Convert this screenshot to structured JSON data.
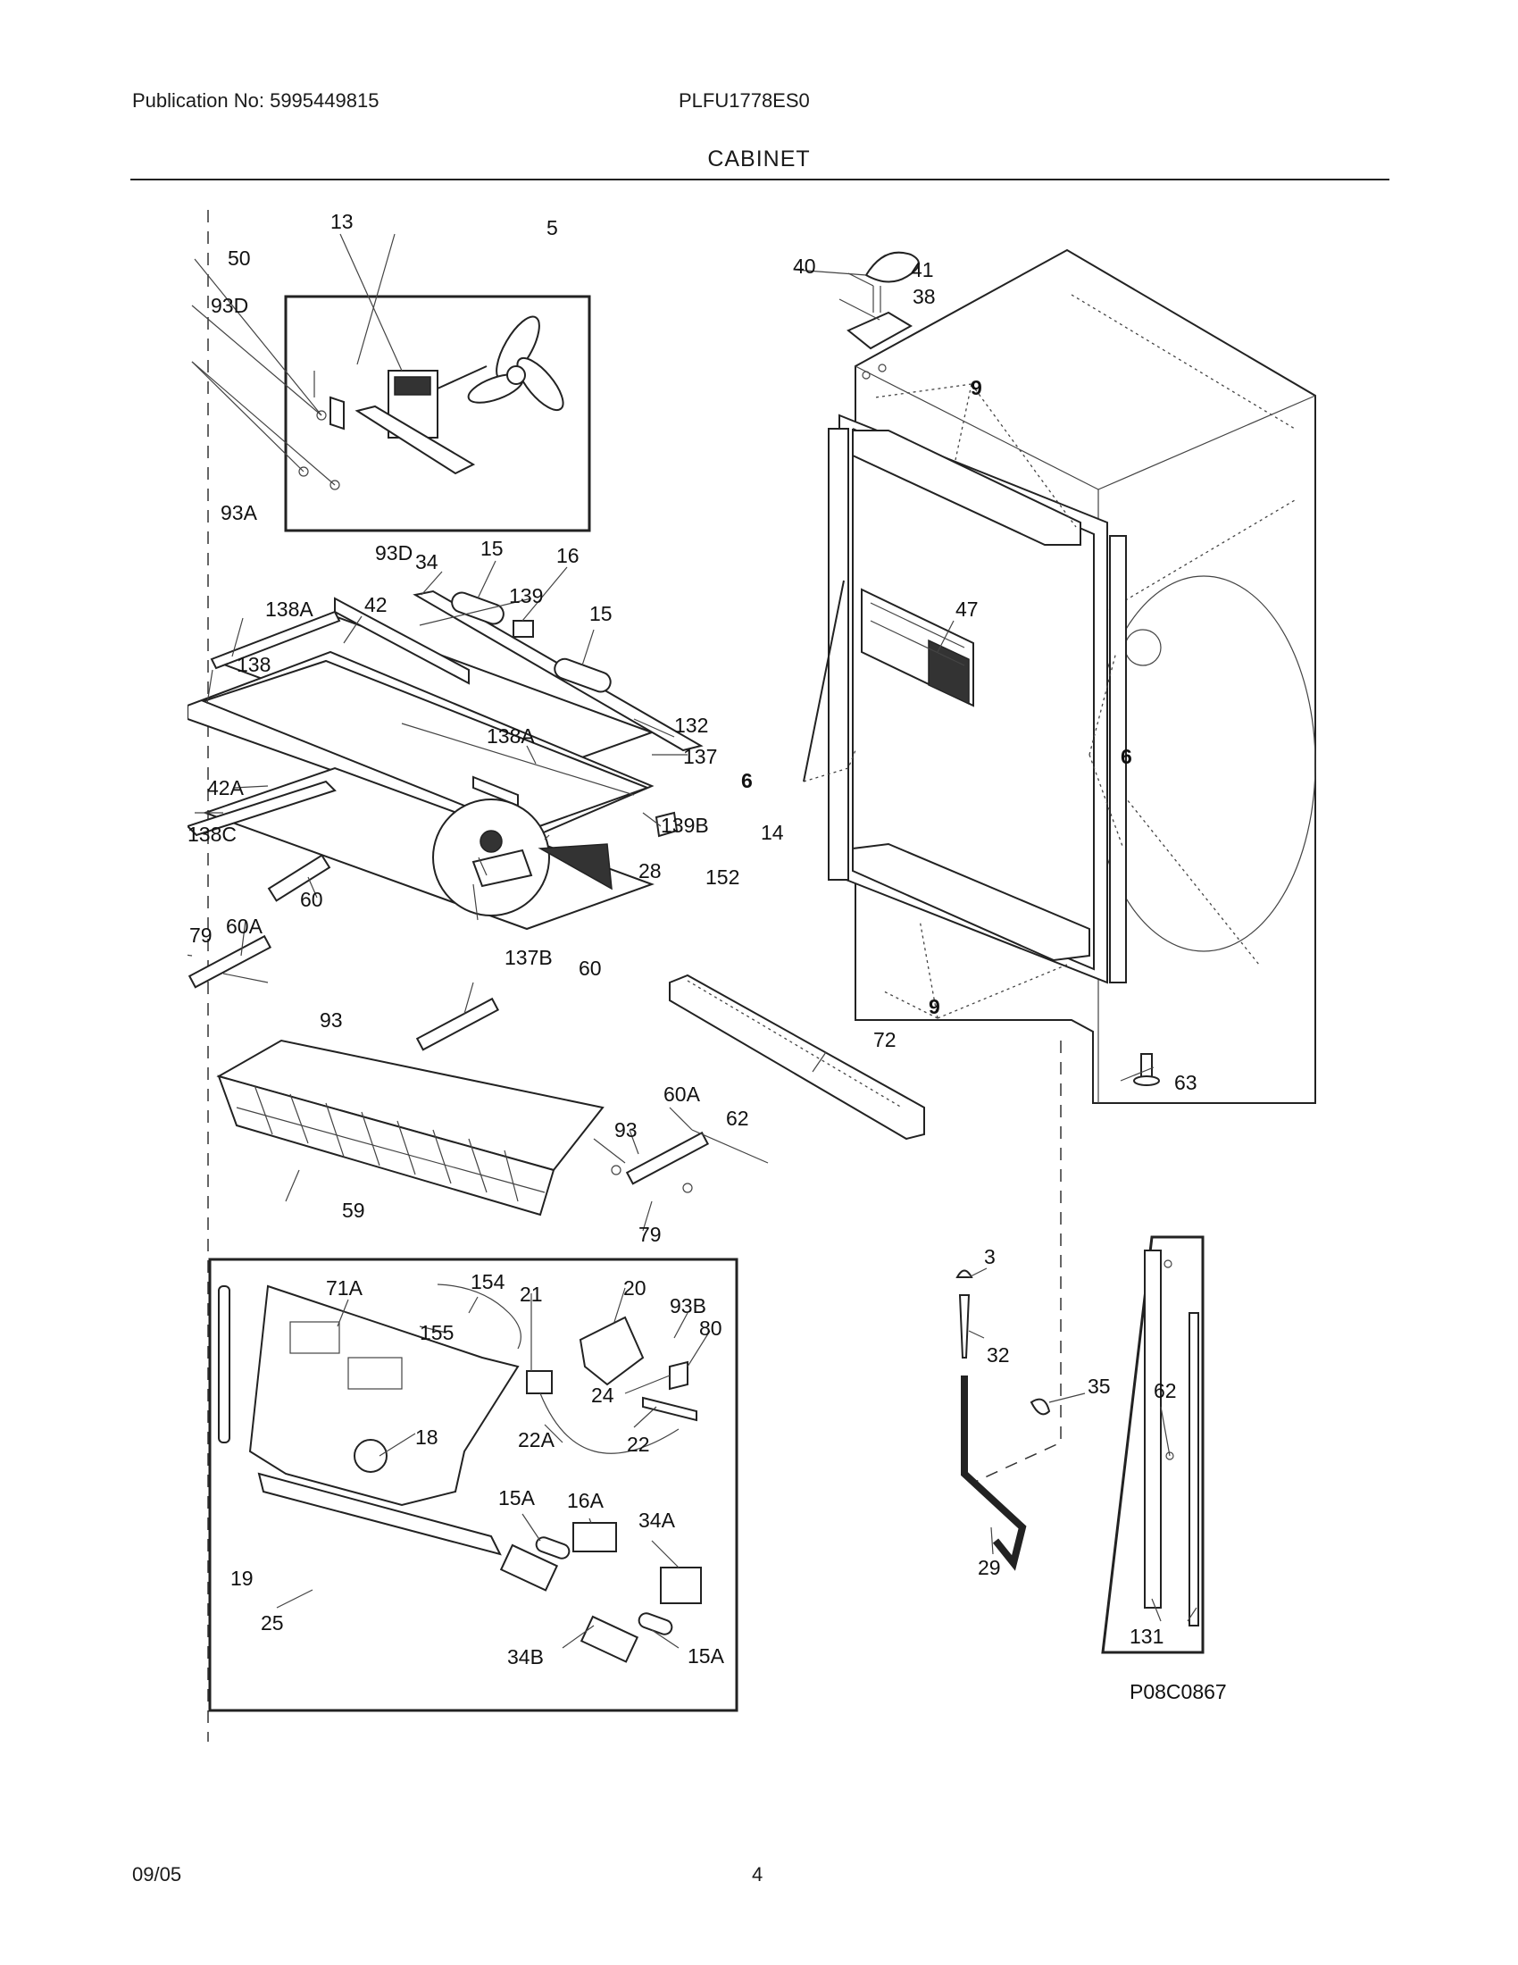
{
  "header": {
    "publication": "Publication No: 5995449815",
    "model": "PLFU1778ES0",
    "section": "CABINET"
  },
  "diagram": {
    "code": "P08C0867",
    "labels": {
      "l13": "13",
      "l5": "5",
      "l50": "50",
      "l93D_a": "93D",
      "l93A": "93A",
      "l93D_b": "93D",
      "l40": "40",
      "l41": "41",
      "l38": "38",
      "l9_top": "9",
      "l34": "34",
      "l15_a": "15",
      "l16": "16",
      "l15_b": "15",
      "l47": "47",
      "l138A_a": "138A",
      "l42": "42",
      "l139": "139",
      "l138": "138",
      "l138A_b": "138A",
      "l137": "137",
      "l132": "132",
      "l42A": "42A",
      "l6_left": "6",
      "l6_right": "6",
      "l138C": "138C",
      "l139B": "139B",
      "l14": "14",
      "l28": "28",
      "l152": "152",
      "l60_a": "60",
      "l60A_a": "60A",
      "l79_a": "79",
      "l137B": "137B",
      "l93_a": "93",
      "l60_b": "60",
      "l9_bottom": "9",
      "l72": "72",
      "l63": "63",
      "l60A_b": "60A",
      "l62_a": "62",
      "l93_b": "93",
      "l59": "59",
      "l79_b": "79",
      "l71A": "71A",
      "l154": "154",
      "l21": "21",
      "l20": "20",
      "l155": "155",
      "l93B": "93B",
      "l80": "80",
      "l24": "24",
      "l22A": "22A",
      "l22": "22",
      "l18": "18",
      "l15A_a": "15A",
      "l16A": "16A",
      "l34A": "34A",
      "l19": "19",
      "l25": "25",
      "l34B": "34B",
      "l15A_b": "15A",
      "l3": "3",
      "l32": "32",
      "l35": "35",
      "l29": "29",
      "l62_b": "62",
      "l131": "131"
    }
  },
  "footer": {
    "date": "09/05",
    "page": "4"
  }
}
